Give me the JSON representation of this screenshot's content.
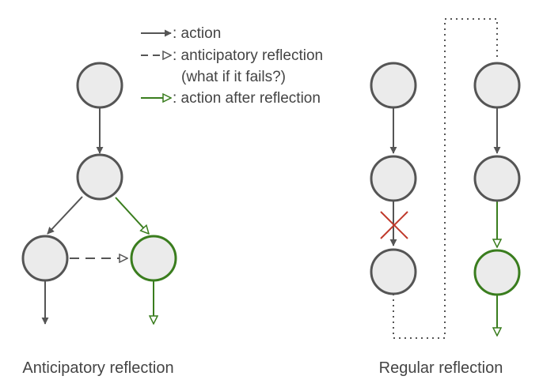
{
  "legend": {
    "action": ": action",
    "anticipatory_line1": ": anticipatory reflection",
    "anticipatory_line2": "(what if it fails?)",
    "after_reflection": ": action after reflection"
  },
  "captions": {
    "left": "Anticipatory reflection",
    "right": "Regular reflection"
  },
  "colors": {
    "node_fill": "#ebebeb",
    "node_stroke": "#555555",
    "edge": "#555555",
    "accent_green": "#3a7d1e",
    "fail_red": "#c0392b",
    "text": "#444444"
  }
}
